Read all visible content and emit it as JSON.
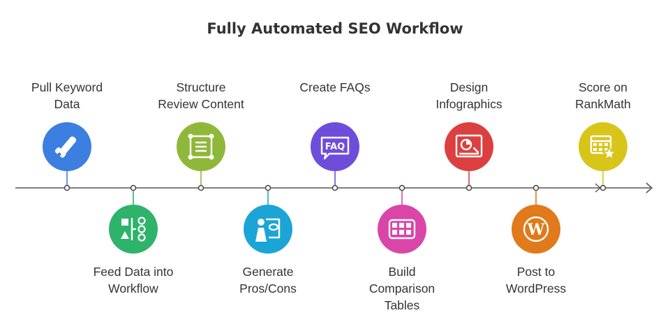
{
  "title": "Fully Automated SEO Workflow",
  "steps": [
    {
      "lines": [
        "Pull Keyword",
        "Data"
      ],
      "color": "#3d7fe0",
      "icon": "gavel-icon",
      "position": "above"
    },
    {
      "lines": [
        "Feed Data into",
        "Workflow"
      ],
      "color": "#2eb36b",
      "icon": "flow-shapes-icon",
      "position": "below"
    },
    {
      "lines": [
        "Structure",
        "Review Content"
      ],
      "color": "#8fb83a",
      "icon": "document-frame-icon",
      "position": "above"
    },
    {
      "lines": [
        "Generate",
        "Pros/Cons"
      ],
      "color": "#1aa5d6",
      "icon": "person-evaluate-icon",
      "position": "below"
    },
    {
      "lines": [
        "Create FAQs"
      ],
      "color": "#6f4ddb",
      "icon": "faq-bubble-icon",
      "position": "above"
    },
    {
      "lines": [
        "Build",
        "Comparison",
        "Tables"
      ],
      "color": "#d946a8",
      "icon": "table-grid-icon",
      "position": "below"
    },
    {
      "lines": [
        "Design",
        "Infographics"
      ],
      "color": "#dc3f3f",
      "icon": "infographic-icon",
      "position": "above"
    },
    {
      "lines": [
        "Post to",
        "WordPress"
      ],
      "color": "#e07a1a",
      "icon": "wordpress-icon",
      "position": "below"
    },
    {
      "lines": [
        "Score on",
        "RankMath"
      ],
      "color": "#d8c51a",
      "icon": "spreadsheet-star-icon",
      "position": "above"
    }
  ]
}
